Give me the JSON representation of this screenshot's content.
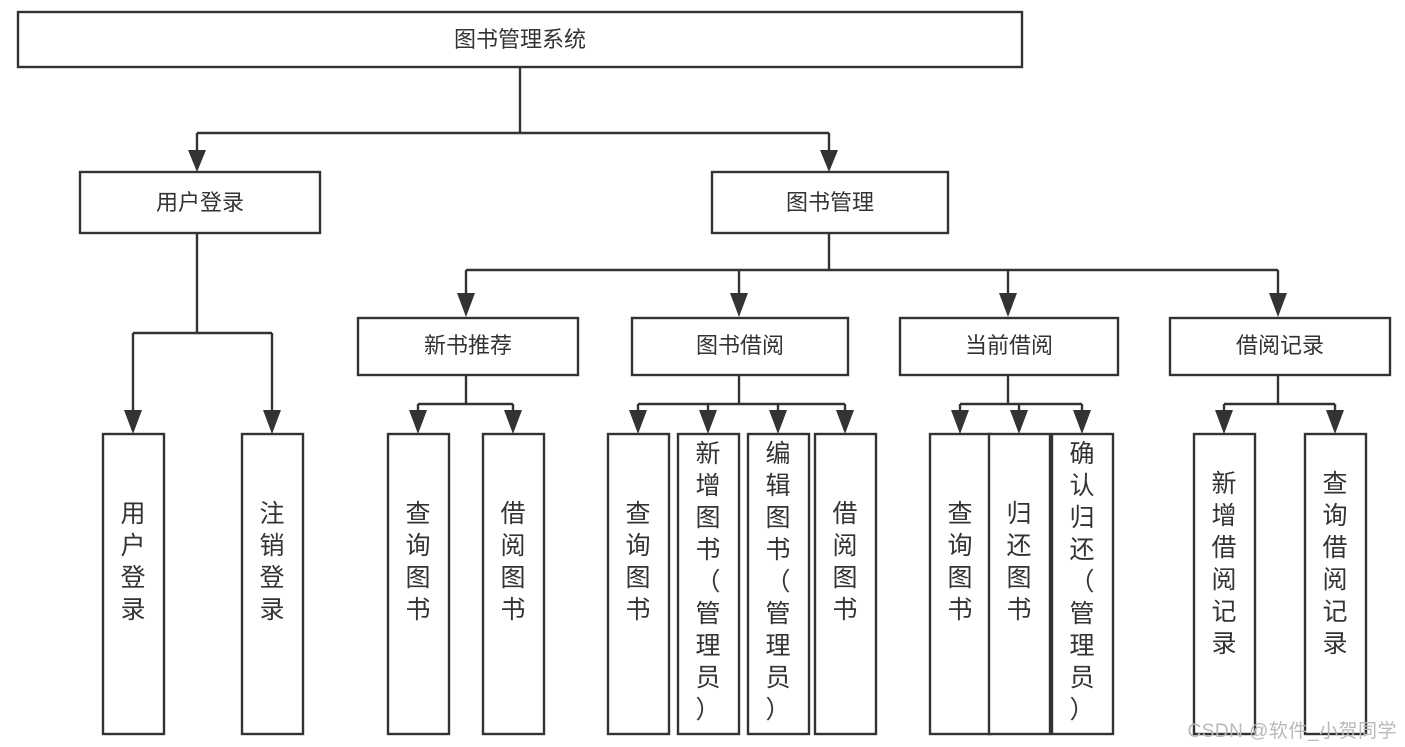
{
  "diagram": {
    "title": "图书管理系统",
    "type": "tree-hierarchy-chart",
    "colors": {
      "box_stroke": "#333333",
      "box_fill": "#ffffff",
      "text": "#333333",
      "connector": "#333333",
      "background": "#ffffff",
      "watermark": "#b9b9b9"
    },
    "root": {
      "label": "图书管理系统"
    },
    "level1": [
      {
        "label": "用户登录"
      },
      {
        "label": "图书管理"
      }
    ],
    "level2": [
      {
        "label": "新书推荐"
      },
      {
        "label": "图书借阅"
      },
      {
        "label": "当前借阅"
      },
      {
        "label": "借阅记录"
      }
    ],
    "leaves": {
      "user_login": [
        {
          "label": "用户登录"
        },
        {
          "label": "注销登录"
        }
      ],
      "new_book_recommend": [
        {
          "label": "查询图书"
        },
        {
          "label": "借阅图书"
        }
      ],
      "book_borrow": [
        {
          "label": "查询图书"
        },
        {
          "label": "新增图书（管理员）"
        },
        {
          "label": "编辑图书（管理员）"
        },
        {
          "label": "借阅图书"
        }
      ],
      "current_borrow": [
        {
          "label": "查询图书"
        },
        {
          "label": "归还图书"
        },
        {
          "label": "确认归还（管理员）"
        }
      ],
      "borrow_record": [
        {
          "label": "新增借阅记录"
        },
        {
          "label": "查询借阅记录"
        }
      ]
    }
  },
  "watermark": {
    "text": "CSDN @软件_小贺同学"
  }
}
